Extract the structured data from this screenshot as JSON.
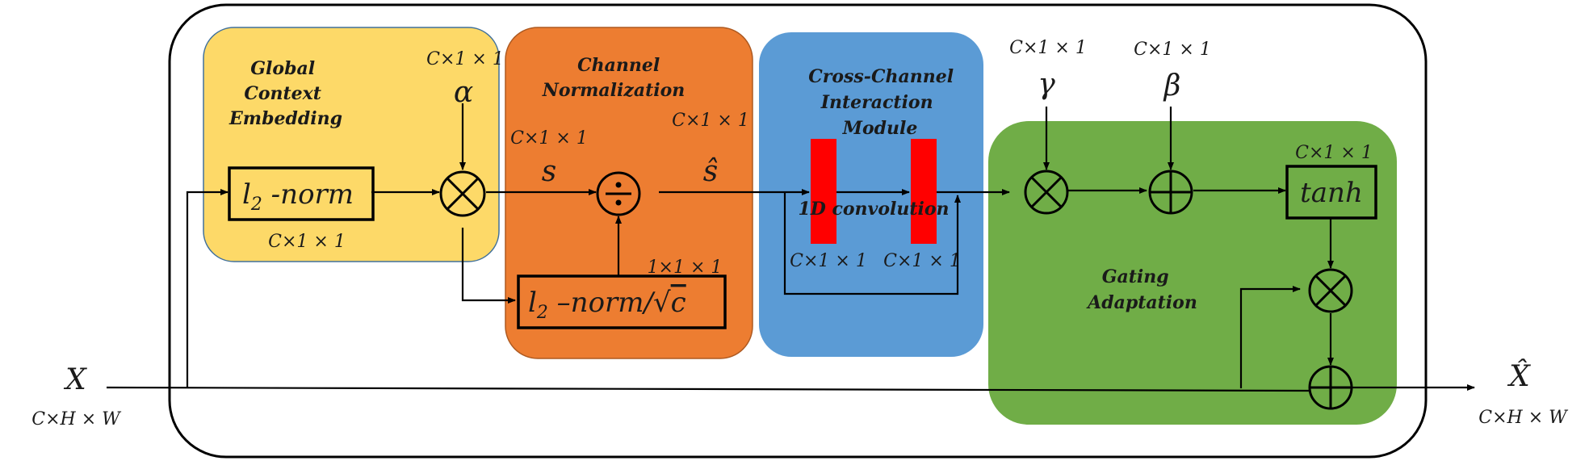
{
  "blocks": {
    "global_context": {
      "title_lines": [
        "Global",
        "Context",
        "Embedding"
      ],
      "color": "#FDD968"
    },
    "channel_norm": {
      "title_lines": [
        "Channel",
        "Normalization"
      ],
      "color": "#ED7D31"
    },
    "cross_channel": {
      "title_lines": [
        "Cross-Channel",
        "Interaction",
        "Module"
      ],
      "color": "#5B9BD5"
    },
    "gating": {
      "title_lines": [
        "Gating",
        "Adaptation"
      ],
      "color": "#70AD47"
    }
  },
  "ops": {
    "l2norm": {
      "prefix": "l",
      "sub": "2",
      "suffix": " -norm"
    },
    "l2norm_sqrt": {
      "prefix": "l",
      "sub": "2",
      "mid": " –norm/",
      "sqrt": "√",
      "c": "c"
    },
    "tanh": "tanh",
    "conv": "1D convolution"
  },
  "symbols": {
    "alpha": "α",
    "gamma": "γ",
    "beta": "β",
    "s": "s",
    "s_hat": "ŝ",
    "x": "X",
    "x_hat": "X̂",
    "mult": "⊗",
    "add": "⊕",
    "div": "÷"
  },
  "dims": {
    "c11": "C×1 × 1",
    "one11": "1×1 × 1",
    "chw": "C×H × W"
  },
  "colors": {
    "conv_bar": "#FF0000",
    "frame": "#000000"
  }
}
